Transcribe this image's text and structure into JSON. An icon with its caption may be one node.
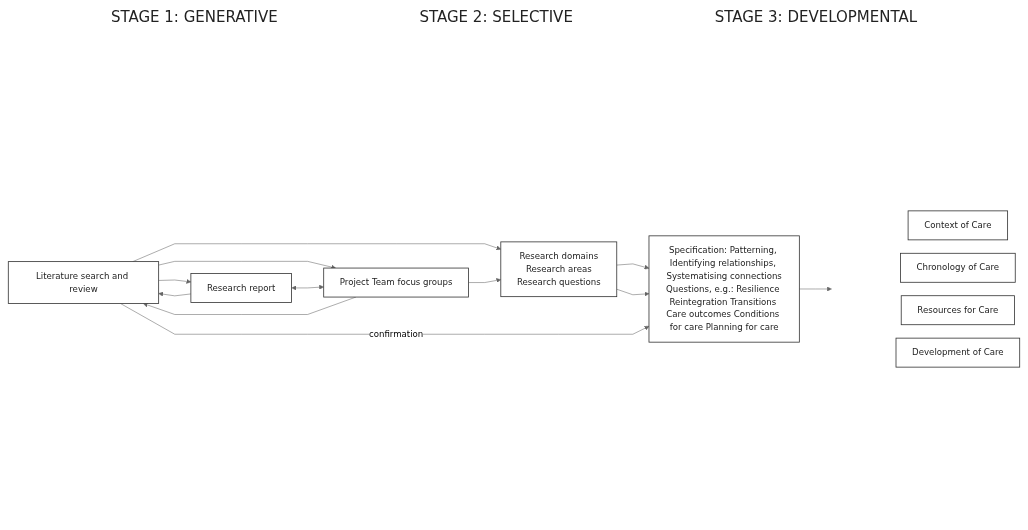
{
  "diagram": {
    "nodes": [
      {
        "text": [
          "Literature search and review"
        ]
      },
      {
        "text": [
          "Research report"
        ]
      },
      {
        "text": [
          "Project Team focus groups"
        ]
      },
      {
        "text": [
          "Research domains",
          "Research areas",
          "Research questions"
        ]
      },
      {
        "text": [
          "Specification: Patterning, Identifying relationships, Systematising connections",
          "Questions, e.g.: Resilience Reintegration Transitions Care outcomes Conditions for care Planning for care"
        ]
      },
      {
        "text": [
          "Context of Care"
        ]
      },
      {
        "text": [
          "Chronology of Care"
        ]
      },
      {
        "text": [
          "Resources for Care"
        ]
      },
      {
        "text": [
          "Development of Care"
        ]
      }
    ],
    "edges": [
      {
        "from": 0,
        "to": 1,
        "arrow": "to"
      },
      {
        "from": 1,
        "to": 0,
        "arrow": "to"
      },
      {
        "from": 0,
        "to": 2,
        "arrow": "to"
      },
      {
        "from": 2,
        "to": 0,
        "arrow": "to"
      },
      {
        "from": 1,
        "to": 2,
        "arrow": "both"
      },
      {
        "from": 0,
        "to": 3,
        "arrow": "to"
      },
      {
        "from": 2,
        "to": 3,
        "arrow": "to"
      },
      {
        "from": 3,
        "to": 4,
        "arrow": "to"
      },
      {
        "from": 3,
        "to": 4,
        "arrow": "to"
      },
      {
        "from": 4,
        "to": null,
        "arrow": "to"
      },
      {
        "from": 0,
        "to": 4,
        "label": "confirmation",
        "arrow": "to"
      }
    ],
    "labels": [
      "STAGE 1: GENERATIVE",
      "STAGE 2: SELECTIVE",
      "STAGE 3: DEVELOPMENTAL"
    ]
  }
}
